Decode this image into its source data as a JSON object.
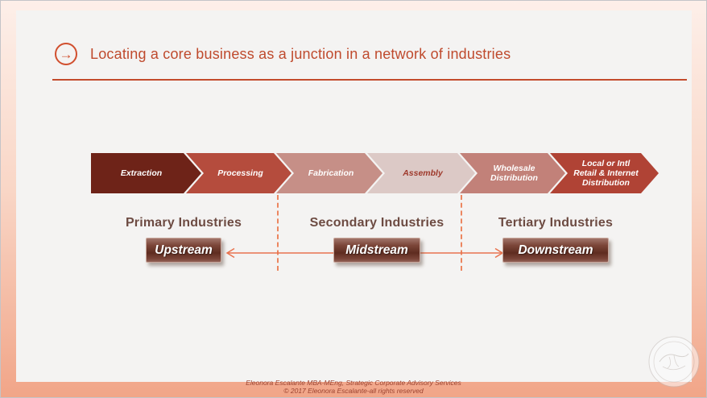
{
  "slide": {
    "title": "Locating a core business as a junction in a network of industries",
    "title_color": "#bf4a2d",
    "accent_color": "#c34b2c",
    "content_background": "#f4f3f2",
    "frame_colors": [
      "#fdefe9",
      "#f9d6c6",
      "#f1a588"
    ],
    "arrow_icon": "circled-right-arrow",
    "arrow_glyph": "→"
  },
  "chevrons": [
    {
      "label": "Extraction",
      "bg": "#6e2318",
      "text": "#ffffff"
    },
    {
      "label": "Processing",
      "bg": "#b54c3d",
      "text": "#ffffff"
    },
    {
      "label": "Fabrication",
      "bg": "#c68f87",
      "text": "#ffffff"
    },
    {
      "label": "Assembly",
      "bg": "#dcc9c6",
      "text": "#9e392b"
    },
    {
      "label": "Wholesale Distribution",
      "bg": "#c28179",
      "text": "#ffffff"
    },
    {
      "label": "Local or Intl Retail & Internet Distribution",
      "bg": "#b04335",
      "text": "#ffffff"
    }
  ],
  "groups": [
    {
      "label": "Primary Industries",
      "stream": "Upstream"
    },
    {
      "label": "Secondary Industries",
      "stream": "Midstream"
    },
    {
      "label": "Tertiary Industries",
      "stream": "Downstream"
    }
  ],
  "flow": {
    "arrow_color": "#e8734f",
    "separator_color": "#ec8660"
  },
  "footer": {
    "line1": "Eleonora Escalante MBA-MEng, Strategic Corporate Advisory Services",
    "line2": "© 2017 Eleonora Escalante-all rights reserved"
  }
}
